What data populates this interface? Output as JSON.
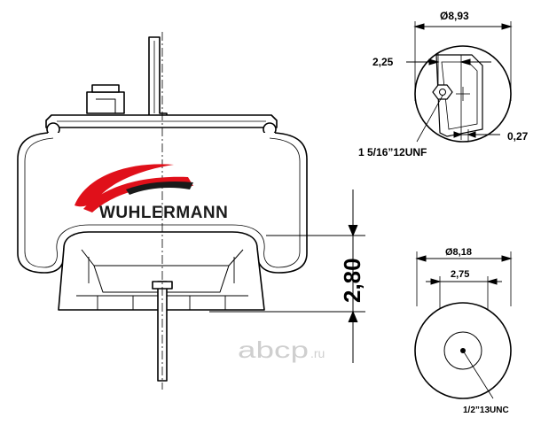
{
  "brand": {
    "name": "WUHLERMANN",
    "colors": {
      "red": "#e0101a",
      "dark": "#1a1a1a"
    }
  },
  "dimensions": {
    "top_diameter": "Ø8,93",
    "top_offset": "2,25",
    "top_thread": "1 5/16”12UNF",
    "top_small": "0,27",
    "height": "2,80",
    "bottom_diameter": "Ø8,18",
    "bottom_offset": "2,75",
    "bottom_thread": "1/2”13UNC"
  },
  "watermark": {
    "text": "ABCP",
    "suffix": ".ru"
  }
}
